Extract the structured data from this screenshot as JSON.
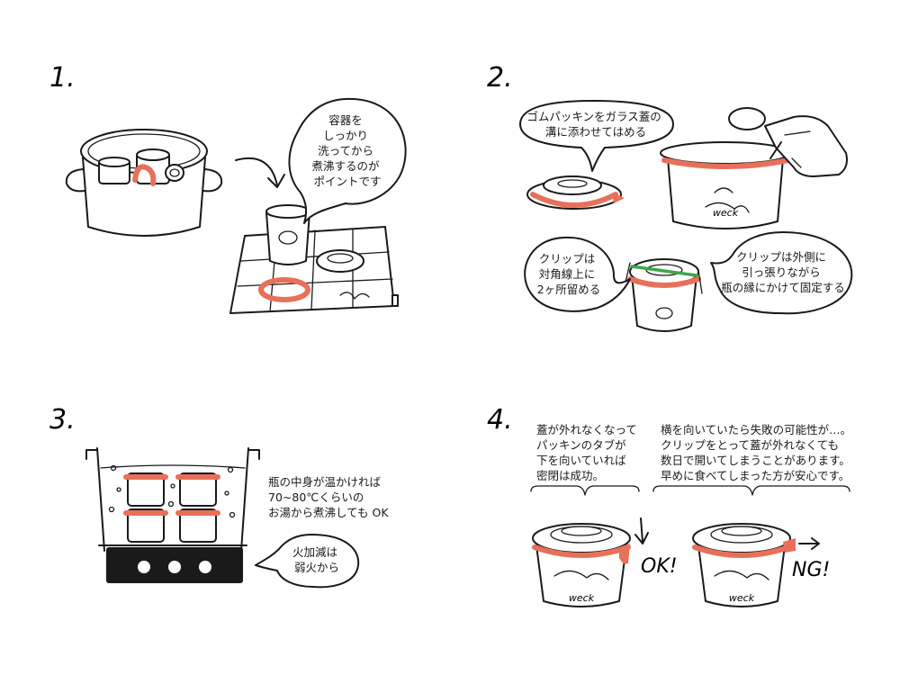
{
  "colors": {
    "ink": "#1a1a1a",
    "gasket": "#e8705a",
    "clip": "#3aa84a",
    "background": "#ffffff"
  },
  "steps": [
    {
      "number": "1.",
      "notes": [
        {
          "lines": [
            "容器を",
            "しっかり",
            "洗ってから",
            "煮沸するのが",
            "ポイントです"
          ]
        }
      ]
    },
    {
      "number": "2.",
      "notes": [
        {
          "lines": [
            "ゴムパッキンをガラス蓋の",
            "溝に添わせてはめる"
          ]
        },
        {
          "lines": [
            "クリップは",
            "対角線上に",
            "2ヶ所留める"
          ]
        },
        {
          "lines": [
            "クリップは外側に",
            "引っ張りながら",
            "瓶の縁にかけて固定する"
          ]
        }
      ]
    },
    {
      "number": "3.",
      "notes": [
        {
          "lines": [
            "瓶の中身が温かければ",
            "70~80℃くらいの",
            "お湯から煮沸しても OK"
          ]
        },
        {
          "lines": [
            "火加減は",
            "弱火から"
          ]
        }
      ]
    },
    {
      "number": "4.",
      "notes": [
        {
          "lines": [
            "蓋が外れなくなって",
            "パッキンのタブが",
            "下を向いていれば",
            "密閉は成功。"
          ]
        },
        {
          "lines": [
            "横を向いていたら失敗の可能性が…。",
            "クリップをとって蓋が外れなくても",
            "数日で開いてしまうことがあります。",
            "早めに食べてしまった方が安心です。"
          ]
        }
      ],
      "labels": {
        "ok": "OK!",
        "ng": "NG!"
      }
    }
  ],
  "jar_label": "weck"
}
